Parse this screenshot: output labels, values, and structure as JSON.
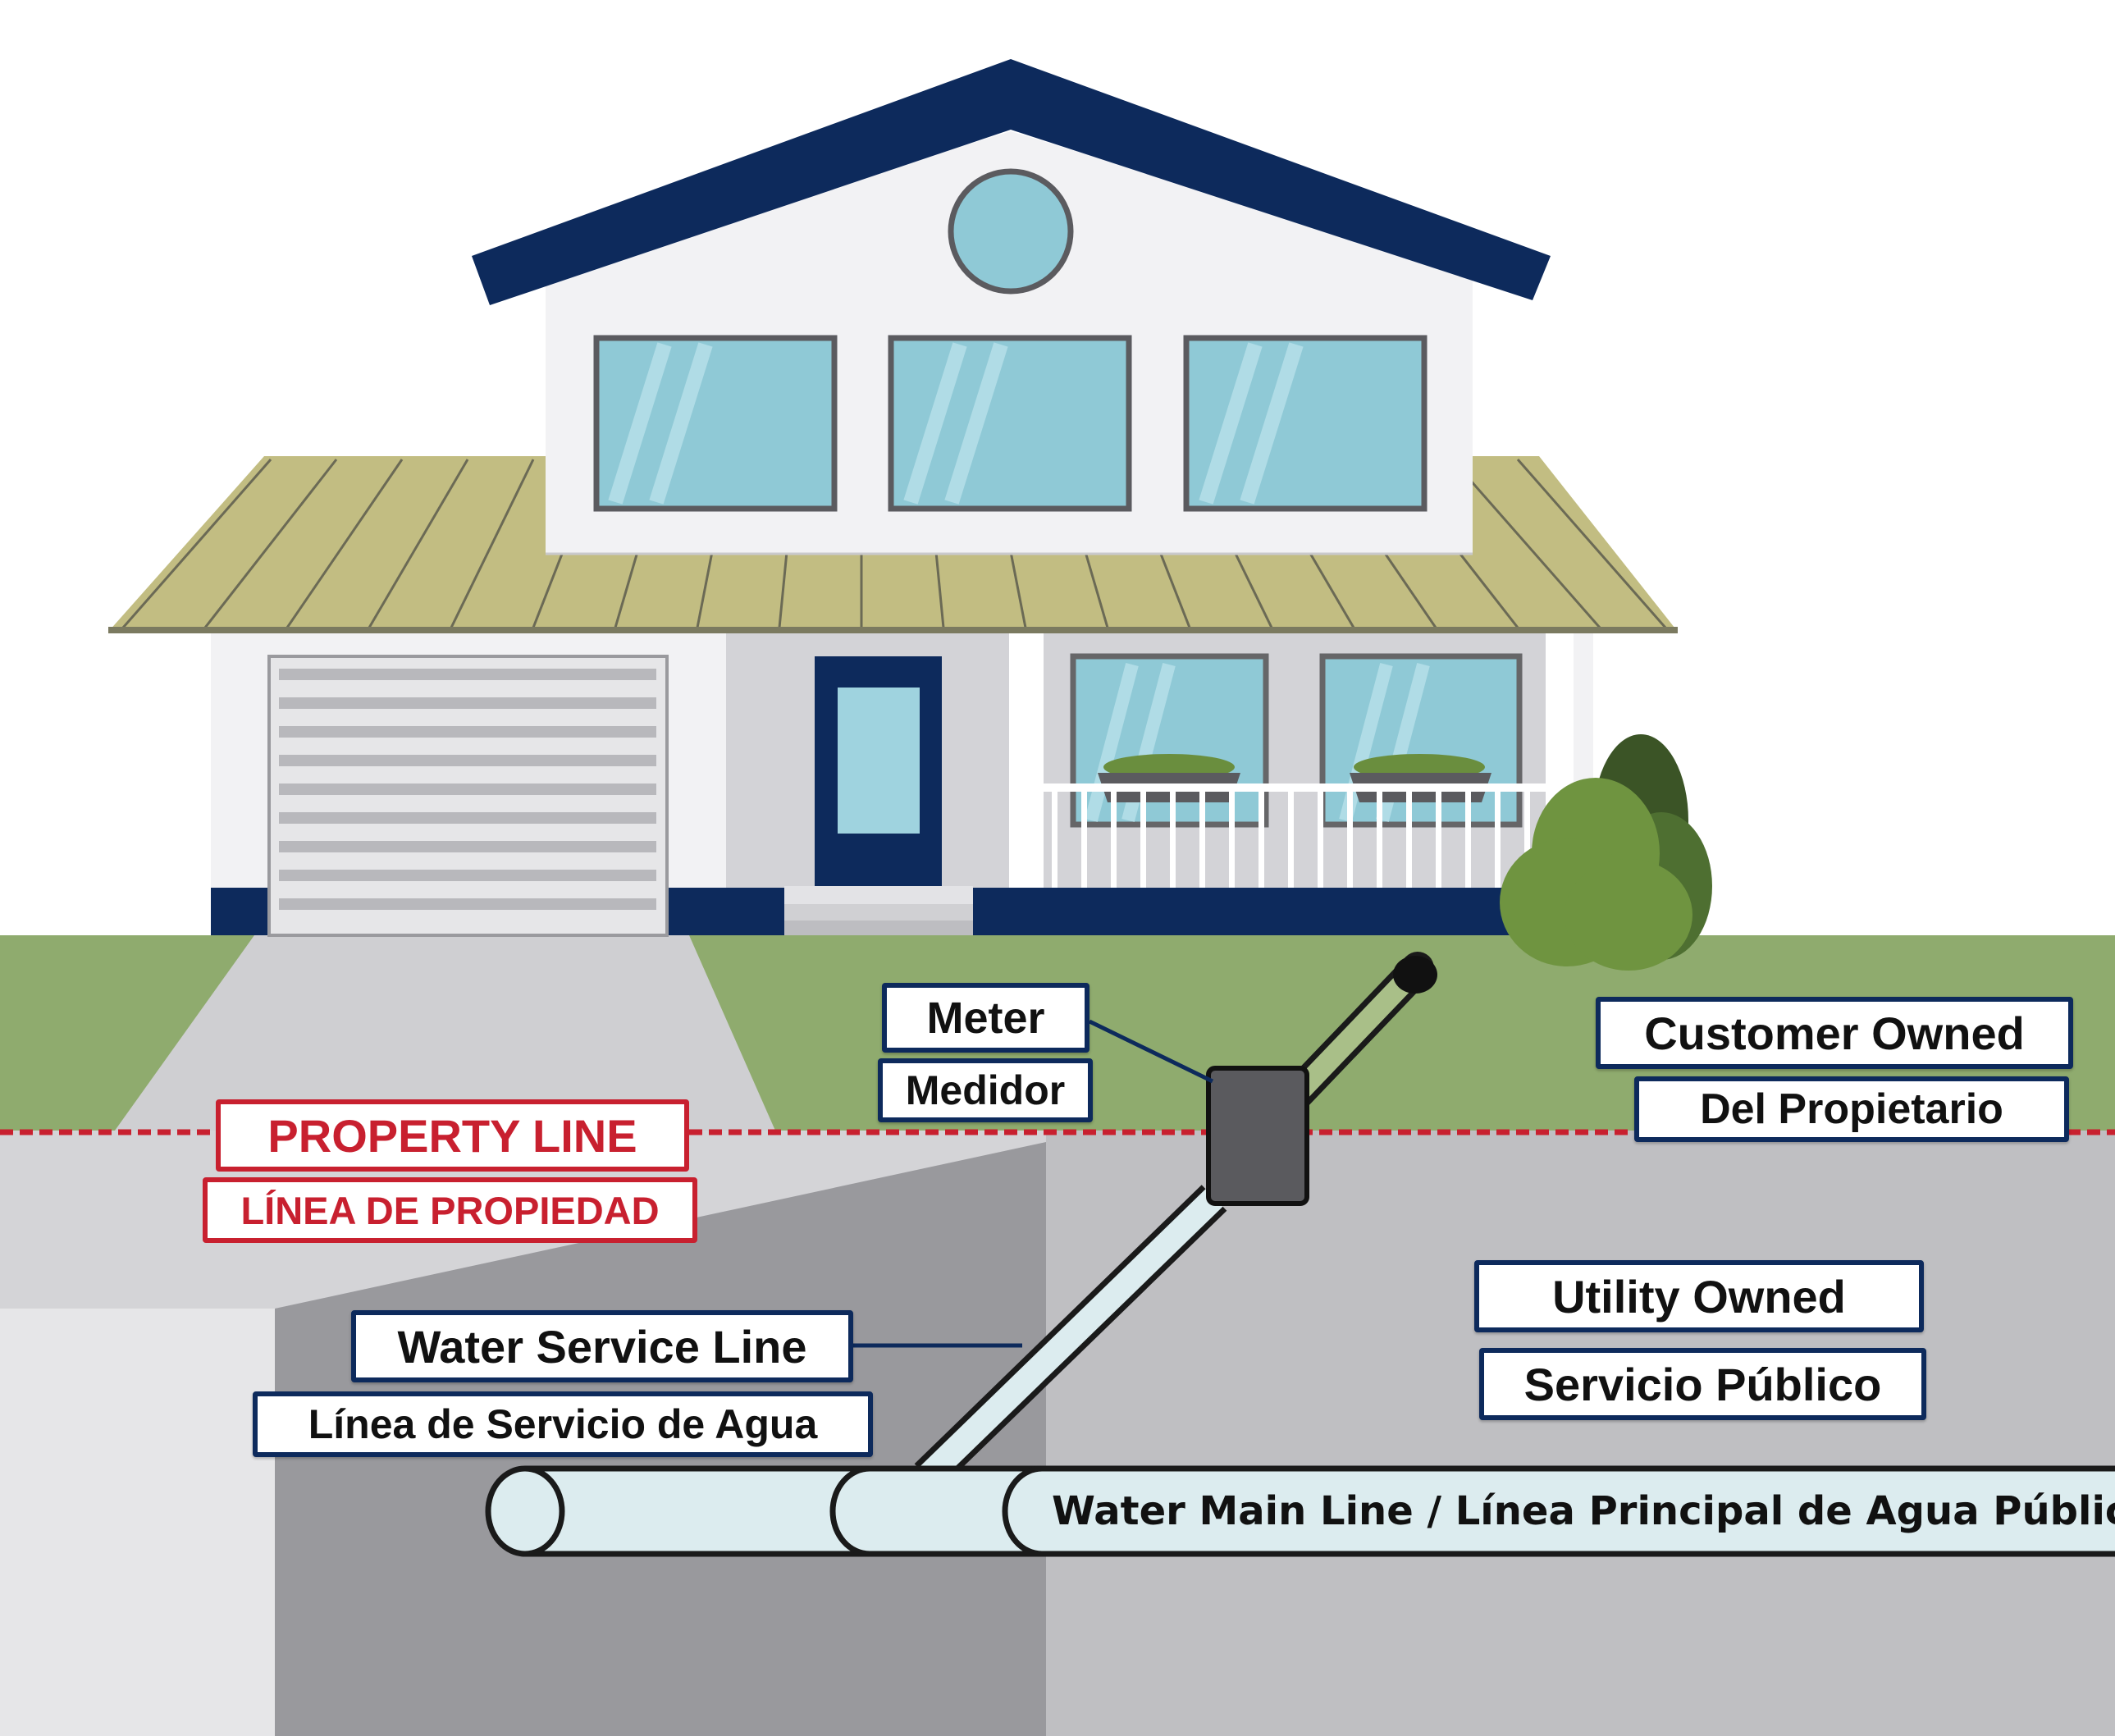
{
  "labels": {
    "meter": "Meter",
    "meter_es": "Medidor",
    "customer_owned": "Customer Owned",
    "customer_owned_es": "Del Propietario",
    "property_line": "PROPERTY LINE",
    "property_line_es": "LÍNEA DE PROPIEDAD",
    "utility_owned": "Utility Owned",
    "utility_owned_es": "Servicio Público",
    "water_service_line": "Water Service Line",
    "water_service_line_es": "Línea de Servicio de Agua",
    "water_main_line": "Water Main Line / Línea Principal de Agua Pública"
  },
  "colors": {
    "roof_navy": "#0d2a5c",
    "porch_roof": "#c2bd82",
    "window_glass": "#8fc9d6",
    "lawn": "#8fab6e",
    "property_line": "#c8202f",
    "soil_dark": "#98989c",
    "soil_light": "#c0c0c3",
    "pipe_fill": "#dcecef",
    "meter_box": "#5a5a5e",
    "shrub": "#6f9440"
  }
}
